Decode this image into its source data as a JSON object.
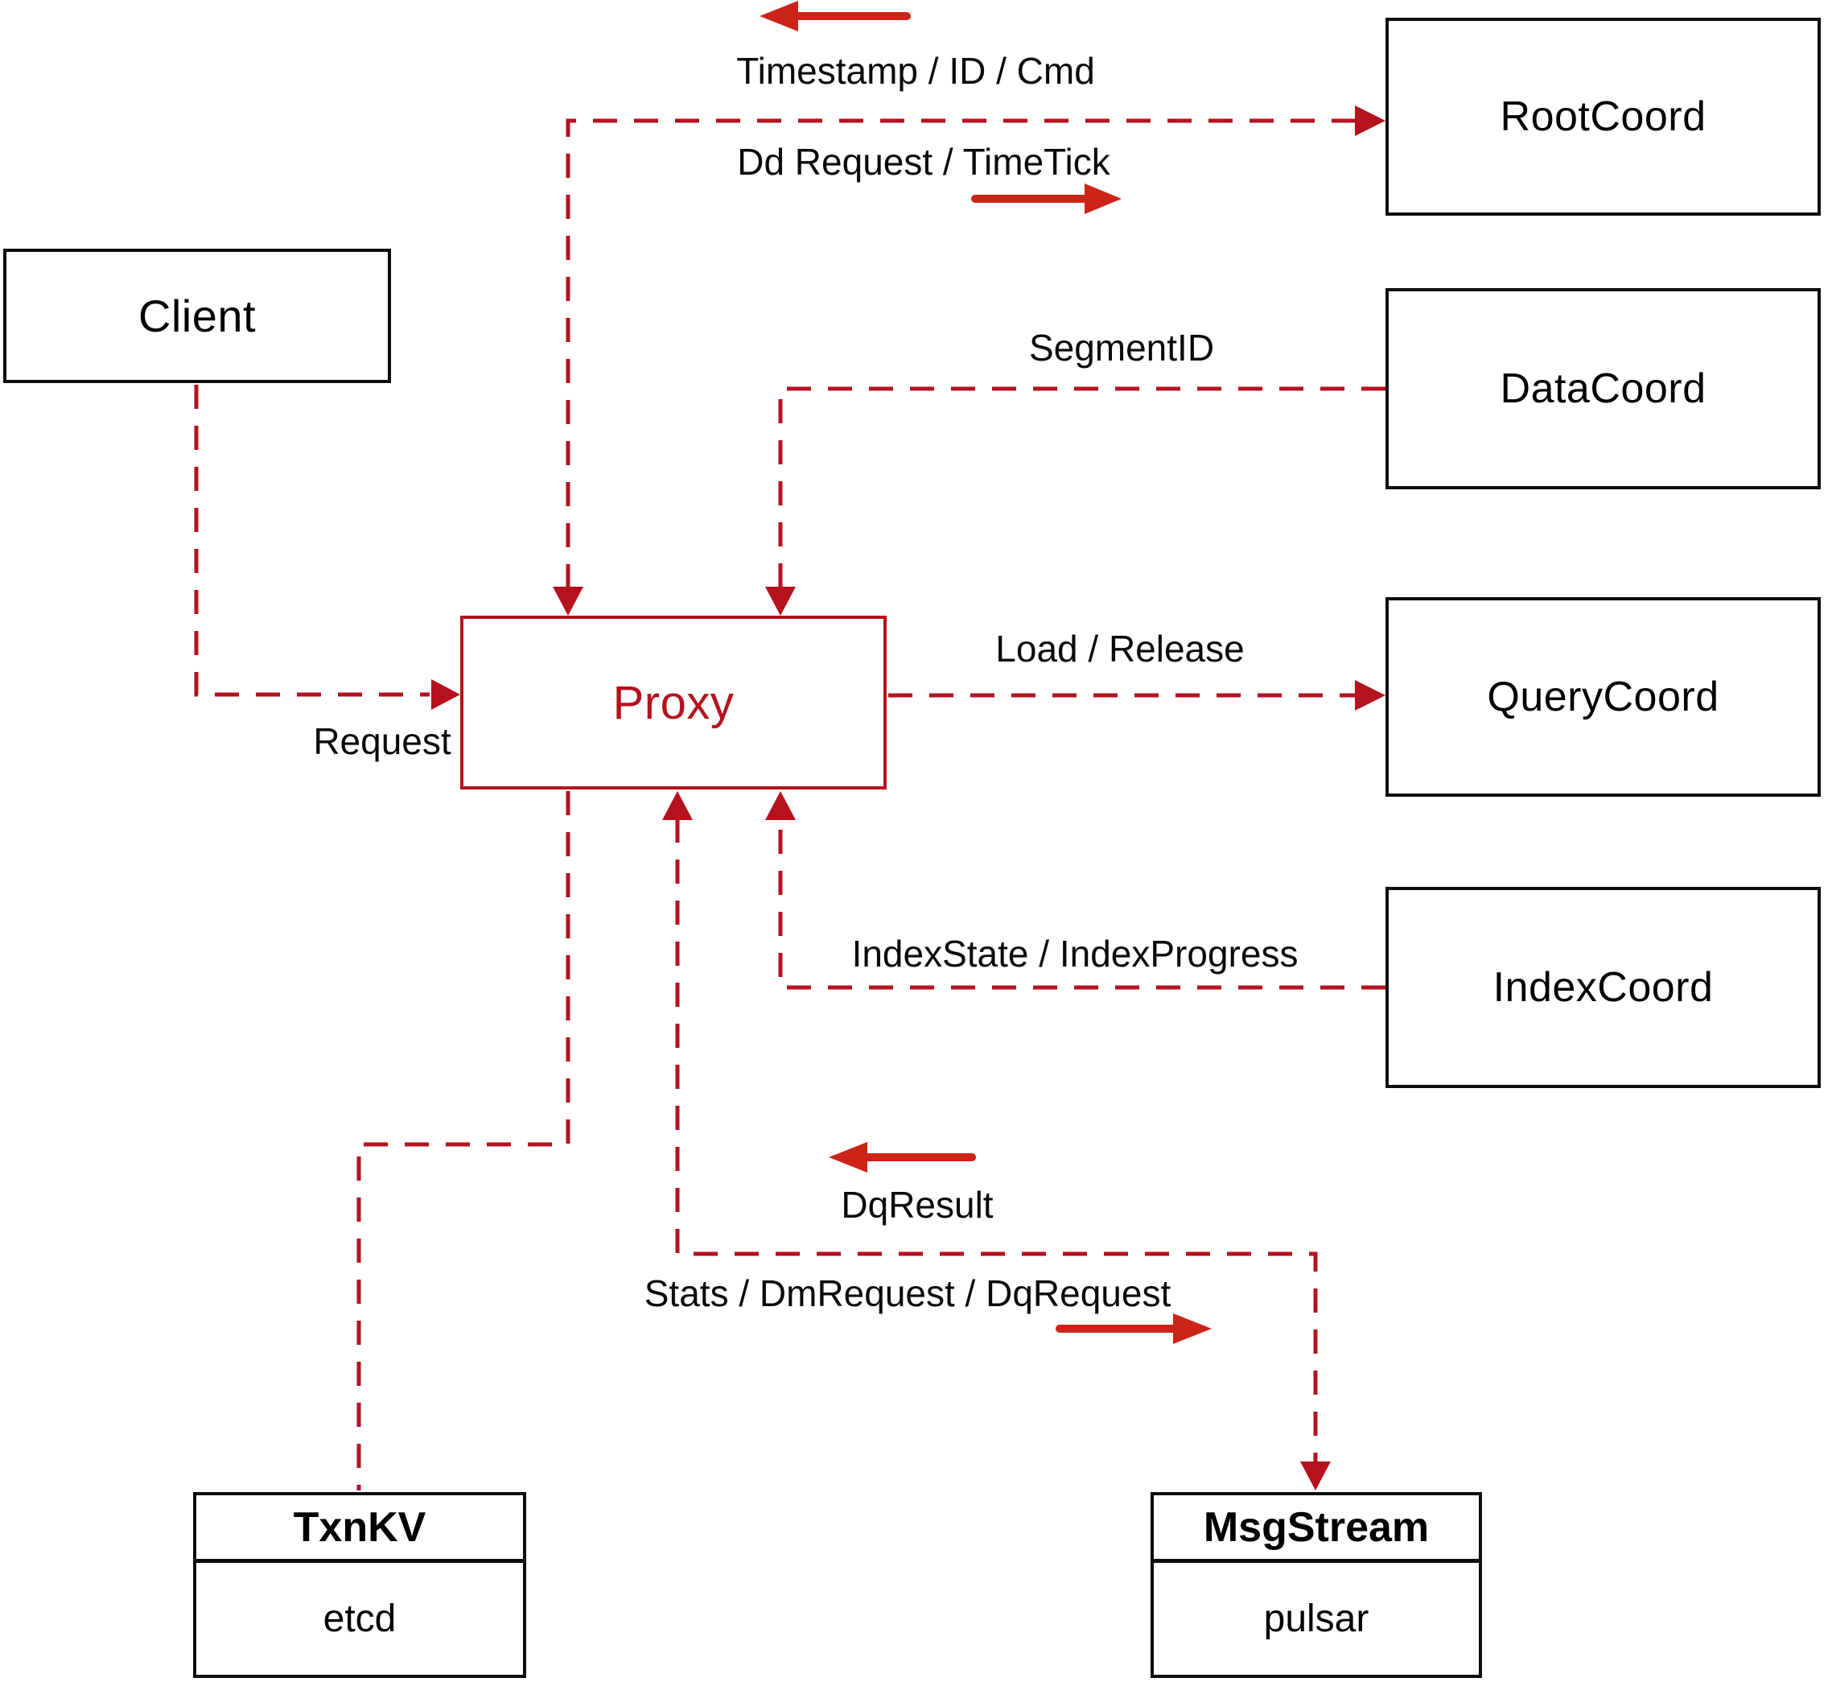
{
  "colors": {
    "background": "#ffffff",
    "dashed_line": "#b5121e",
    "direction_arrow": "#cc2418",
    "proxy_accent": "#b5121e",
    "box_border": "#0d0d0d",
    "text": "#000000"
  },
  "nodes": {
    "client": {
      "label": "Client"
    },
    "proxy": {
      "label": "Proxy"
    },
    "root_coord": {
      "label": "RootCoord"
    },
    "data_coord": {
      "label": "DataCoord"
    },
    "query_coord": {
      "label": "QueryCoord"
    },
    "index_coord": {
      "label": "IndexCoord"
    },
    "txn_kv": {
      "title": "TxnKV",
      "subtitle": "etcd"
    },
    "msg_stream": {
      "title": "MsgStream",
      "subtitle": "pulsar"
    }
  },
  "edges": [
    {
      "from": "Client",
      "to": "Proxy",
      "label": "Request",
      "style": "dashed-arrow"
    },
    {
      "from": "RootCoord",
      "to": "Proxy",
      "label": "Timestamp / ID / Cmd",
      "style": "dashed-arrow"
    },
    {
      "from": "Proxy",
      "to": "RootCoord",
      "label": "Dd Request / TimeTick",
      "style": "dashed-arrow"
    },
    {
      "from": "DataCoord",
      "to": "Proxy",
      "label": "SegmentID",
      "style": "dashed-arrow"
    },
    {
      "from": "Proxy",
      "to": "QueryCoord",
      "label": "Load / Release",
      "style": "dashed-arrow"
    },
    {
      "from": "IndexCoord",
      "to": "Proxy",
      "label": "IndexState / IndexProgress",
      "style": "dashed-arrow"
    },
    {
      "from": "MsgStream",
      "to": "Proxy",
      "label": "DqResult",
      "style": "dashed-arrow"
    },
    {
      "from": "Proxy",
      "to": "MsgStream",
      "label": "Stats / DmRequest / DqRequest",
      "style": "dashed-arrow"
    },
    {
      "from": "Proxy",
      "to": "TxnKV",
      "label": "",
      "style": "dashed-line"
    }
  ]
}
